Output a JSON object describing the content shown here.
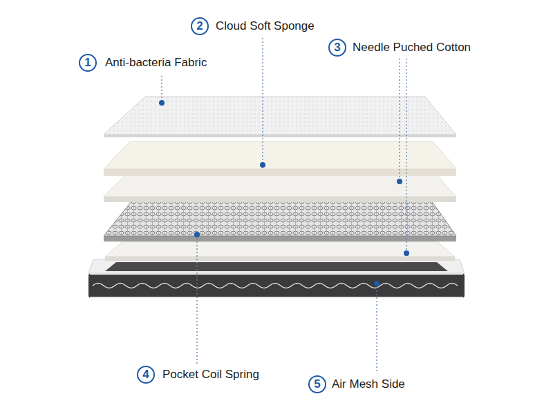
{
  "diagram": {
    "labels": [
      "1",
      "Anti-bacteria Fabric",
      "2",
      "Cloud Soft Sponge",
      "3",
      "Needle Puched Cotton",
      "4",
      "Pocket Coil Spring",
      "5",
      "Air Mesh Side"
    ]
  }
}
